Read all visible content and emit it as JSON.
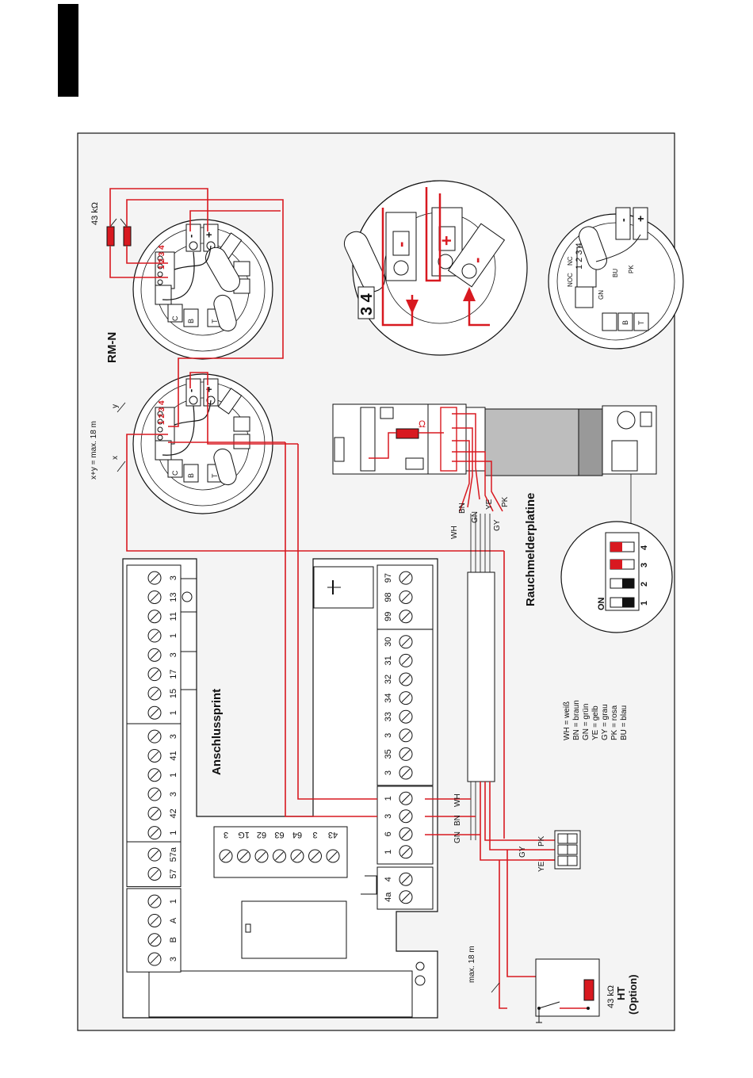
{
  "labels": {
    "resistor_top": "43 kΩ",
    "detector_name": "RM-N",
    "cable_length_formula": "x+y = max. 18 m",
    "x": "x",
    "y": "y",
    "smoke_board": "Rauchmelderplatine",
    "terminal_board": "Anschlussprint",
    "ht_length": "max. 18 m",
    "ht_resistor": "43 kΩ",
    "ht_name": "HT",
    "ht_option": "(Option)",
    "omega": "Ω",
    "dip_on": "ON"
  },
  "detector_marks": {
    "c": "C",
    "b": "B",
    "t": "T",
    "minus": "-",
    "plus": "+",
    "nums": "1 2 3 4"
  },
  "zoom_marks": {
    "num": "3 4",
    "minus1": "-",
    "plus": "+",
    "minus2": "-"
  },
  "base_marks": {
    "nc": "NC",
    "c": "C",
    "no": "NO",
    "nums": "1 2 3 4",
    "gn": "GN",
    "bu": "BU",
    "pk": "PK",
    "minus": "-",
    "plus": "+",
    "b": "B",
    "t": "T"
  },
  "dip": {
    "nums": [
      "1",
      "2",
      "3",
      "4"
    ]
  },
  "wire_labels": {
    "wh": "WH",
    "bn": "BN",
    "gn": "GN",
    "ye": "YE",
    "gy": "GY",
    "pk": "PK"
  },
  "legend": [
    "WH = weiß",
    "BN = braun",
    "GN = grün",
    "YE = gelb",
    "GY = grau",
    "PK = rosa",
    "BU = blau"
  ],
  "terminals": {
    "left_top": [
      "3",
      "13",
      "11",
      "1",
      "3",
      "17",
      "15",
      "1"
    ],
    "left_mid": [
      "3",
      "41",
      "1",
      "3",
      "42",
      "1"
    ],
    "left_57": [
      "57a",
      "57"
    ],
    "left_bus": [
      "1",
      "A",
      "B",
      "3"
    ],
    "relay": [
      "97",
      "98",
      "99"
    ],
    "main": [
      "30",
      "31",
      "32",
      "34",
      "33",
      "3",
      "35",
      "3"
    ],
    "input": [
      "1",
      "3",
      "6",
      "1"
    ],
    "terminal_4": [
      "4",
      "4a"
    ],
    "row_63": [
      "3",
      "1G",
      "62",
      "63",
      "64",
      "3",
      "43"
    ]
  }
}
